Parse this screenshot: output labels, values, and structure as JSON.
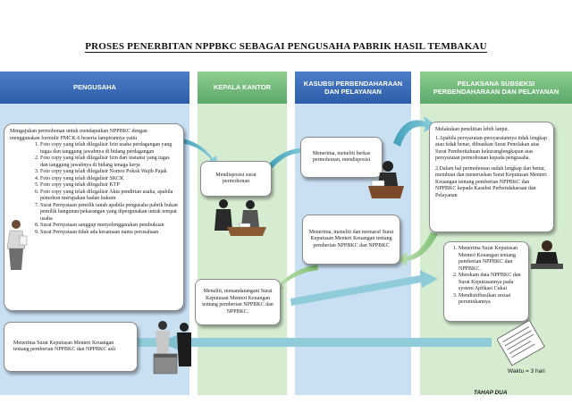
{
  "title": "PROSES PENERBITAN NPPBKC SEBAGAI PENGUSAHA PABRIK HASIL TEMBAKAU",
  "columns": [
    {
      "label": "PENGUSAHA"
    },
    {
      "label": "KEPALA KANTOR"
    },
    {
      "label": "KASUBSI PERBENDAHARAAN DAN PELAYANAN"
    },
    {
      "label": "PELAKSANA SUBSEKSI PERBENDAHARAAN DAN PELAYANAN"
    }
  ],
  "pengusaha_box": {
    "intro": "Mengajukan permohonan untuk mendapatkan NPPBKC dengan menggunakan formulir PMCK-6 beserta lampirannya yaitu",
    "items": [
      "Foto copy yang telah dilegalisir Izin usaha perdagangan yang tugas dan tanggung jawabnya di bidang perdagangan",
      "Foto copy yang telah dilegalisir Izin dari instansi yang tugas dan tanggung jawabnya di bidang tenaga kerja",
      "Foto copy yang telah dilegalisir Nomor Pokok Wajib Pajak",
      "Foto copy yang telah dilegalisir SKCK",
      "Foto copy yang telah dilegalisir KTP",
      "Foto copy yang telah dilegalisir Akta pendirian usaha, apabila pemohon merupakan badan hukum",
      "Surat Pernyataan pemilik tanah apabila pengusaha pabrik bukan pemilik bangunan/pekarangan yang dipergunakan untuk tempat usaha",
      "Surat Pernyataan sanggup menyelenggarakan pembukuan",
      "Surat Pernyataan tidak ada kesamaan nama perusahaan"
    ]
  },
  "boxes": {
    "kepala_disposisi": "Mendisposisi surat permohonan",
    "kasubsi_menerima": "Menerima, meneliti berkas permohonan, mendisposisi",
    "pelaksana_neliti_intro": "Melakukan penelitian lebih lanjut.",
    "pelaksana_neliti_1": "1.Apabila persyaratan-persyaratannya tidak lengkap atau tidak benar, dibuatkan Surat Penolakan atas Surat Pemberitahuan kekuranglengkapan atas persyaratan permohonan kepada pengusaha.",
    "pelaksana_neliti_2": "2.Dalam hal permohonan sudah lengkap dan benar, membuat dan meneruskan Surat Keputusan Menteri Keuangan tentang pemberian NPPBKC dan NPPBKC kepada Kasubsi Perbendaharaan dan Pelayanan",
    "kasubsi_paraf": "Menerima, meneliti dan memaraf Surat Keputusan Menteri Keuangan tentang pemberian NPPBKC dan NPPBKC",
    "kepala_ttd": "Meneliti, menandatangani Surat Keputusan Menteri Keuangan tentang pemberian NPPBKC dan NPPBKC.",
    "pelaksana_akhir": [
      "Menerima Surat Keputusan Menteri Keuangan tentang pemberian NPPBKC dan NPPBKC.",
      "Merekam data NPPBKC dan Surat Keputusannya pada system Aplikasi Cukai",
      "Mendistribusikan sesuai peruntukannya"
    ],
    "pengusaha_terima": "Menerima Surat Keputusan Menteri Keuangan tentang pemberian NPPBKC dan NPPBKC asli"
  },
  "waktu": "Waktu = 3 hari",
  "footer": "TAHAP DUA",
  "colors": {
    "blue_col": "#c9dff2",
    "green_col": "#d5ecd0",
    "blue_hdr": "#3a68b4",
    "green_hdr": "#6fb878",
    "arrow_teal": "#5fb5c9",
    "arrow_green": "#9acb8a"
  }
}
